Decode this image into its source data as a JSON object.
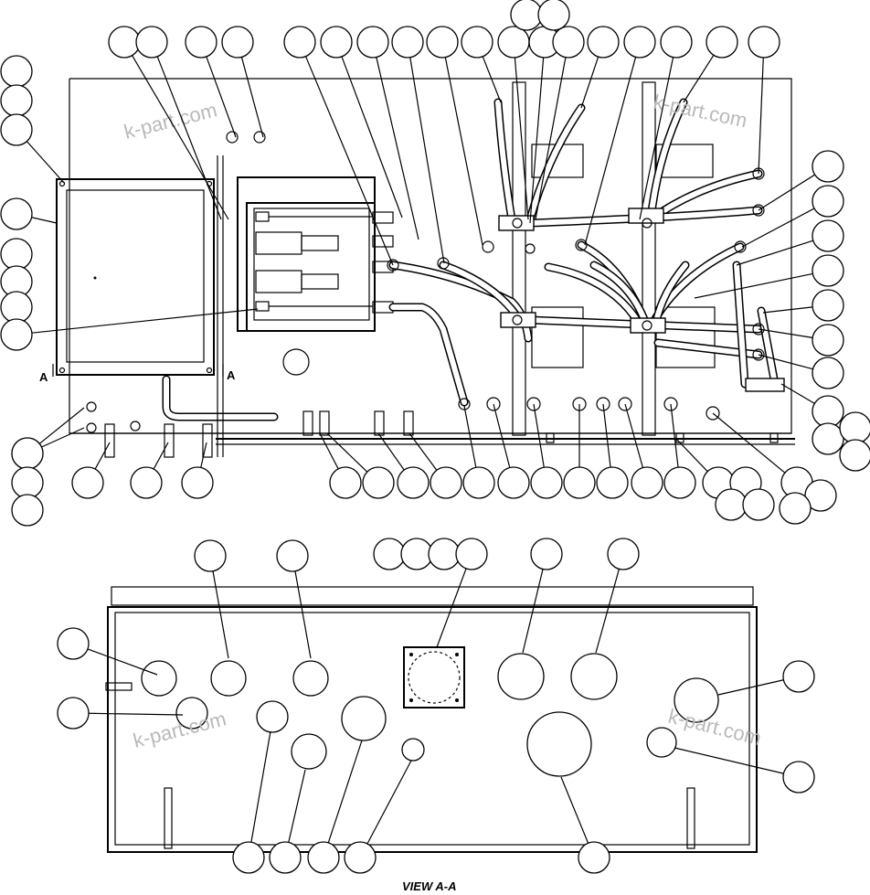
{
  "watermark": "k-part.com",
  "section_marker": "A",
  "view_caption": "VIEW A-A",
  "callout_marker_icon": "blank-circle-callout"
}
